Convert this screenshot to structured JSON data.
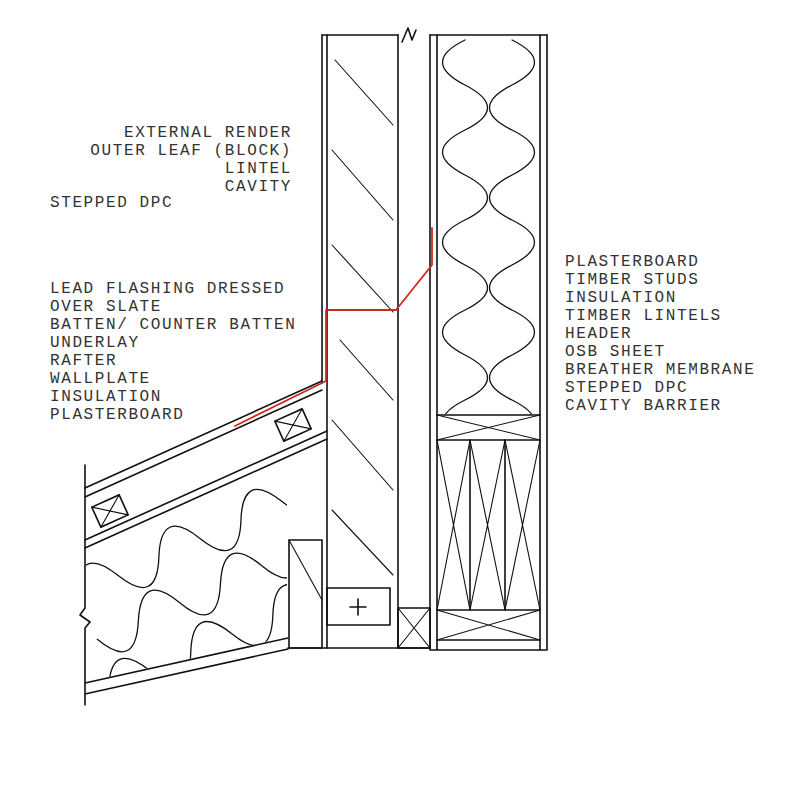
{
  "diagram": {
    "labels": [
      "EXTERNAL RENDER",
      "OUTER LEAF (BLOCK)",
      "LINTEL",
      "CAVITY",
      "STEPPED DPC",
      "LEAD FLASHING DRESSED OVER SLATE",
      "BATTEN/ COUNTER BATTEN",
      "UNDERLAY",
      "RAFTER",
      "WALLPLATE",
      "INSULATION",
      "PLASTERBOARD",
      "PLASTERBOARD",
      "TIMBER STUDS",
      "INSULATION",
      "TIMBER LINTELS",
      "HEADER",
      "OSB SHEET",
      "BREATHER MEMBRANE",
      "STEPPED DPC",
      "CAVITY BARRIER"
    ]
  }
}
